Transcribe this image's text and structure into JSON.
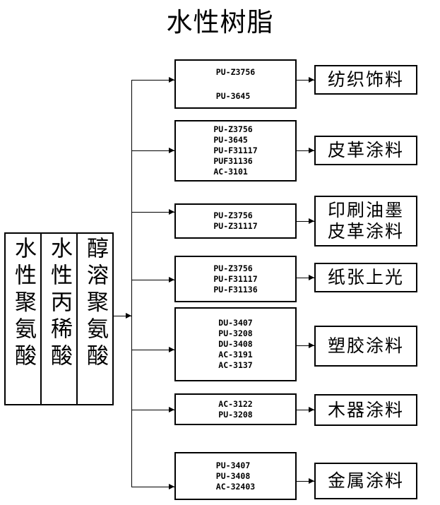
{
  "title": "水性树脂",
  "sources": [
    {
      "label": "水性聚氨酸"
    },
    {
      "label": "水性丙稀酸"
    },
    {
      "label": "醇溶聚氨酸"
    }
  ],
  "rows": [
    {
      "codes": [
        "PU-Z3756",
        "PU-3645"
      ],
      "product": "纺织饰料",
      "product_lines": [
        "纺织饰料"
      ]
    },
    {
      "codes": [
        "PU-Z3756",
        "PU-3645",
        "PU-F31117",
        "PUF31136",
        "AC-3101"
      ],
      "product": "皮革涂料",
      "product_lines": [
        "皮革涂料"
      ]
    },
    {
      "codes": [
        "PU-Z3756",
        "PU-Z31117"
      ],
      "product": "印刷油墨 皮革涂料",
      "product_lines": [
        "印刷油墨",
        "皮革涂料"
      ]
    },
    {
      "codes": [
        "PU-Z3756",
        "PU-F31117",
        "PU-F31136"
      ],
      "product": "纸张上光",
      "product_lines": [
        "纸张上光"
      ]
    },
    {
      "codes": [
        "DU-3407",
        "PU-3208",
        "DU-3408",
        "AC-3191",
        "AC-3137"
      ],
      "product": "塑胶涂料",
      "product_lines": [
        "塑胶涂料"
      ]
    },
    {
      "codes": [
        "AC-3122",
        "PU-3208"
      ],
      "product": "木器涂料",
      "product_lines": [
        "木器涂料"
      ]
    },
    {
      "codes": [
        "PU-3407",
        "PU-3408",
        "AC-32403"
      ],
      "product": "金属涂料",
      "product_lines": [
        "金属涂料"
      ]
    }
  ],
  "colors": {
    "line": "#000000",
    "box_border": "#000000",
    "background": "#ffffff",
    "text": "#000000"
  }
}
